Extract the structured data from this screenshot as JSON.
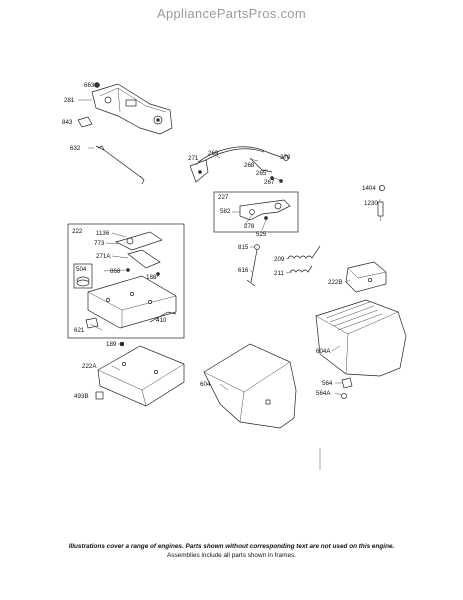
{
  "watermark": "AppliancePartsPros.com",
  "labels": {
    "p663": "663",
    "p281": "281",
    "p843": "843",
    "p632": "632",
    "p271": "271",
    "p269": "269",
    "p268": "268",
    "p265": "265",
    "p270": "270",
    "p267": "267",
    "p1404": "1404",
    "p1230": "1230",
    "p227": "227",
    "p582": "582",
    "p278": "278",
    "p525": "525",
    "p222": "222",
    "p1136": "1136",
    "p773": "773",
    "p271A": "271A",
    "p504": "504",
    "p868": "868",
    "p188": "188",
    "p621": "621",
    "p410": "410",
    "p815": "815",
    "p616": "616",
    "p209": "209",
    "p211": "211",
    "p222B": "222B",
    "p604A": "604A",
    "p189": "189",
    "p222A": "222A",
    "p604": "604",
    "p564": "564",
    "p564A": "564A",
    "p493B": "493B"
  },
  "footer": {
    "line1": "Illustrations cover a range of engines. Parts shown without corresponding text are not used on this engine.",
    "line2": "Assemblies include all parts shown in frames."
  }
}
